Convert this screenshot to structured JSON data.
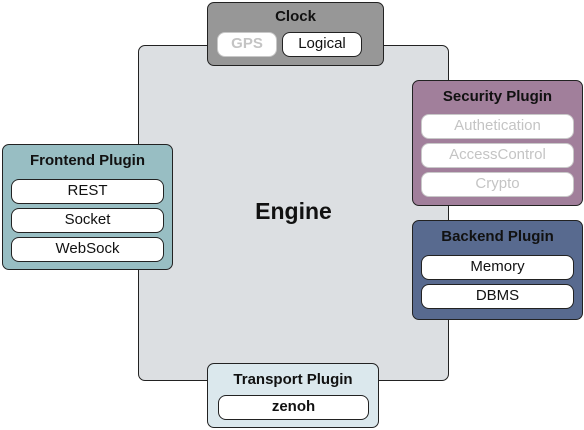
{
  "engine": {
    "label": "Engine"
  },
  "clock": {
    "title": "Clock",
    "items": [
      "GPS",
      "Logical"
    ]
  },
  "security": {
    "title": "Security Plugin",
    "items": [
      "Authetication",
      "AccessControl",
      "Crypto"
    ]
  },
  "backend": {
    "title": "Backend Plugin",
    "items": [
      "Memory",
      "DBMS"
    ]
  },
  "frontend": {
    "title": "Frontend Plugin",
    "items": [
      "REST",
      "Socket",
      "WebSock"
    ]
  },
  "transport": {
    "title": "Transport Plugin",
    "items": [
      "zenoh"
    ]
  },
  "colors": {
    "engine": "#dcdfe2",
    "clock": "#979797",
    "security": "#a17f9b",
    "backend": "#586a8f",
    "frontend": "#98bec3",
    "transport": "#dbe8ed",
    "disabled_text": "#c4c4c4"
  }
}
